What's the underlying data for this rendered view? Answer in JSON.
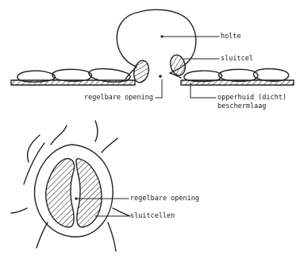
{
  "top_diagram": {
    "labels": {
      "cavity": "holte",
      "guard_cell": "sluitcel",
      "adjustable_opening": "regelbare opening",
      "epidermis": "opperhuid (dicht)",
      "protective_layer": "beschermlaag"
    }
  },
  "bottom_diagram": {
    "labels": {
      "adjustable_opening": "regelbare opening",
      "guard_cells": "sluitcellen"
    }
  }
}
